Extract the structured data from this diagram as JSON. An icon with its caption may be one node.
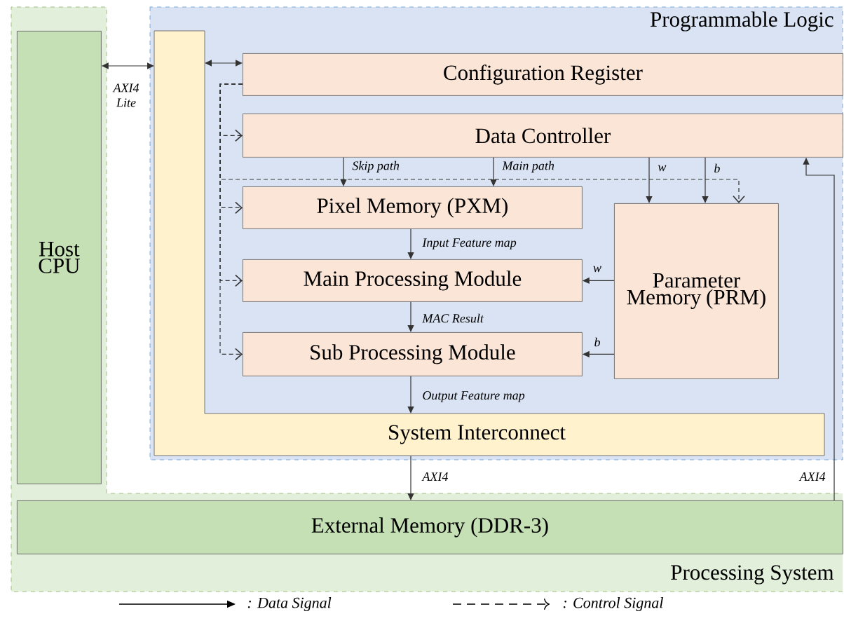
{
  "diagram": {
    "nodes": [
      {
        "text": [
          "Processing System"
        ]
      },
      {
        "text": [
          "Host CPU"
        ],
        "in": 0
      },
      {
        "text": [
          "Programmable Logic"
        ],
        "in": 0
      },
      {
        "text": [
          "System Interconnect"
        ],
        "in": 2
      },
      {
        "text": [
          "Configuration Register"
        ],
        "in": 2
      },
      {
        "text": [
          "Data Controller"
        ],
        "in": 2
      },
      {
        "text": [
          "Pixel Memory (PXM)"
        ],
        "in": 2
      },
      {
        "text": [
          "Main Processing Module"
        ],
        "in": 2
      },
      {
        "text": [
          "Sub Processing Module"
        ],
        "in": 2
      },
      {
        "text": [
          "Parameter Memory (PRM)"
        ],
        "in": 2
      },
      {
        "text": [
          "External Memory (DDR-3)"
        ],
        "in": 0
      }
    ],
    "edges": [
      {
        "from": 1,
        "to": 3,
        "arrow": "both",
        "label": "AXI4 Lite"
      },
      {
        "from": 3,
        "to": 4,
        "arrow": "both"
      },
      {
        "from": 4,
        "to": 5,
        "arrow": "to",
        "style": "dashed"
      },
      {
        "from": 4,
        "to": 6,
        "arrow": "to",
        "style": "dashed"
      },
      {
        "from": 4,
        "to": 7,
        "arrow": "to",
        "style": "dashed"
      },
      {
        "from": 4,
        "to": 8,
        "arrow": "to",
        "style": "dashed"
      },
      {
        "from": 4,
        "to": 9,
        "arrow": "to",
        "style": "dashed"
      },
      {
        "from": 5,
        "to": 6,
        "arrow": "to",
        "label": "Skip path"
      },
      {
        "from": 5,
        "to": 6,
        "arrow": "to",
        "label": "Main path"
      },
      {
        "from": 5,
        "to": 9,
        "arrow": "to",
        "label": "w"
      },
      {
        "from": 5,
        "to": 9,
        "arrow": "to",
        "label": "b"
      },
      {
        "from": 6,
        "to": 7,
        "arrow": "to",
        "label": "Input Feature map"
      },
      {
        "from": 7,
        "to": 8,
        "arrow": "to",
        "label": "MAC Result"
      },
      {
        "from": 9,
        "to": 7,
        "arrow": "to",
        "label": "w"
      },
      {
        "from": 9,
        "to": 8,
        "arrow": "to",
        "label": "b"
      },
      {
        "from": 8,
        "to": 3,
        "arrow": "to",
        "label": "Output Feature map"
      },
      {
        "from": 3,
        "to": 10,
        "arrow": "to",
        "label": "AXI4"
      },
      {
        "from": 10,
        "to": 5,
        "arrow": "to",
        "label": "AXI4"
      }
    ],
    "legend": [
      {
        "text": ": Data Signal"
      },
      {
        "text": ": Control Signal"
      }
    ]
  }
}
